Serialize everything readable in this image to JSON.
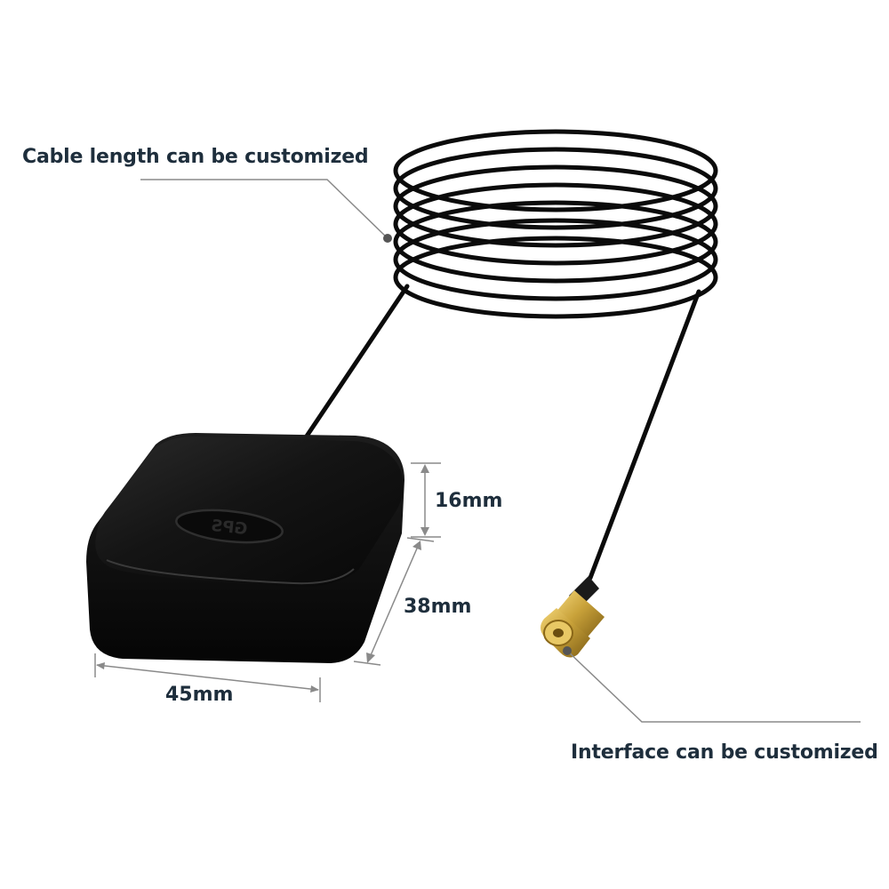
{
  "annotations": {
    "cable_length": "Cable length can be customized",
    "interface": "Interface can be customized"
  },
  "dimensions": {
    "height": "16mm",
    "depth": "38mm",
    "width": "45mm"
  },
  "product": {
    "logo_text": "GPS"
  },
  "colors": {
    "label_text": "#1e2e3c",
    "cable": "#0b0b0b",
    "antenna_body": "#111111",
    "connector_gold": "#c9a23a",
    "leader_line": "#8a8a8a"
  }
}
